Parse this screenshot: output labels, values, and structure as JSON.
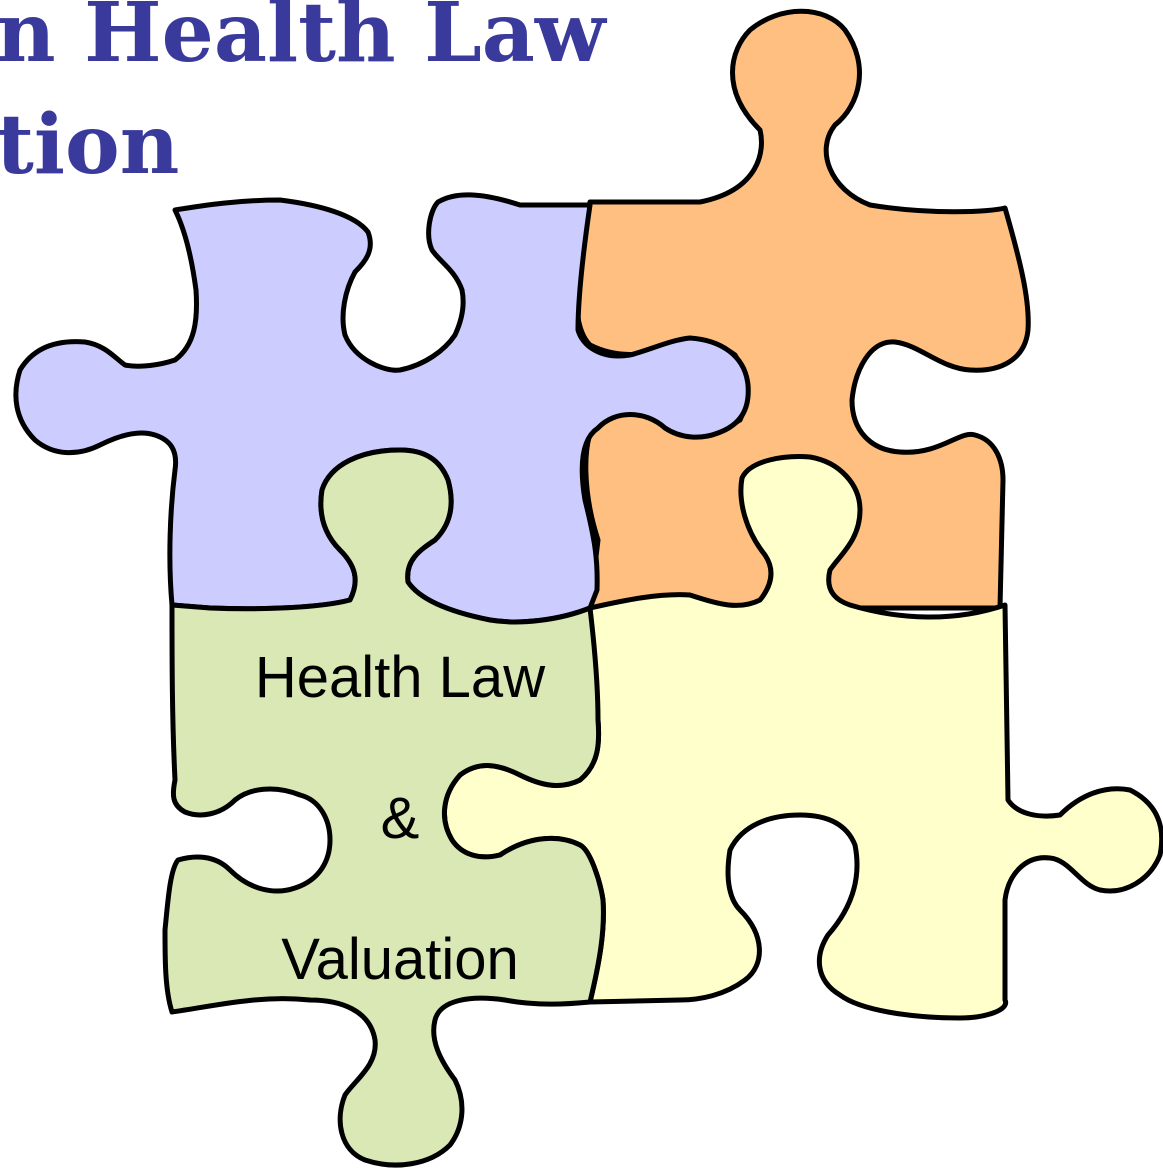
{
  "title": {
    "line1": "n Health Law",
    "line2": "tion",
    "color": "#3a3a9c"
  },
  "pieces": {
    "blue": {
      "color": "#ccccff"
    },
    "orange": {
      "color": "#ffbf80"
    },
    "green": {
      "color": "#d9e8b5"
    },
    "yellow": {
      "color": "#ffffcc"
    }
  },
  "labels": {
    "line1": "Health Law",
    "line2": "&",
    "line3": "Valuation"
  }
}
